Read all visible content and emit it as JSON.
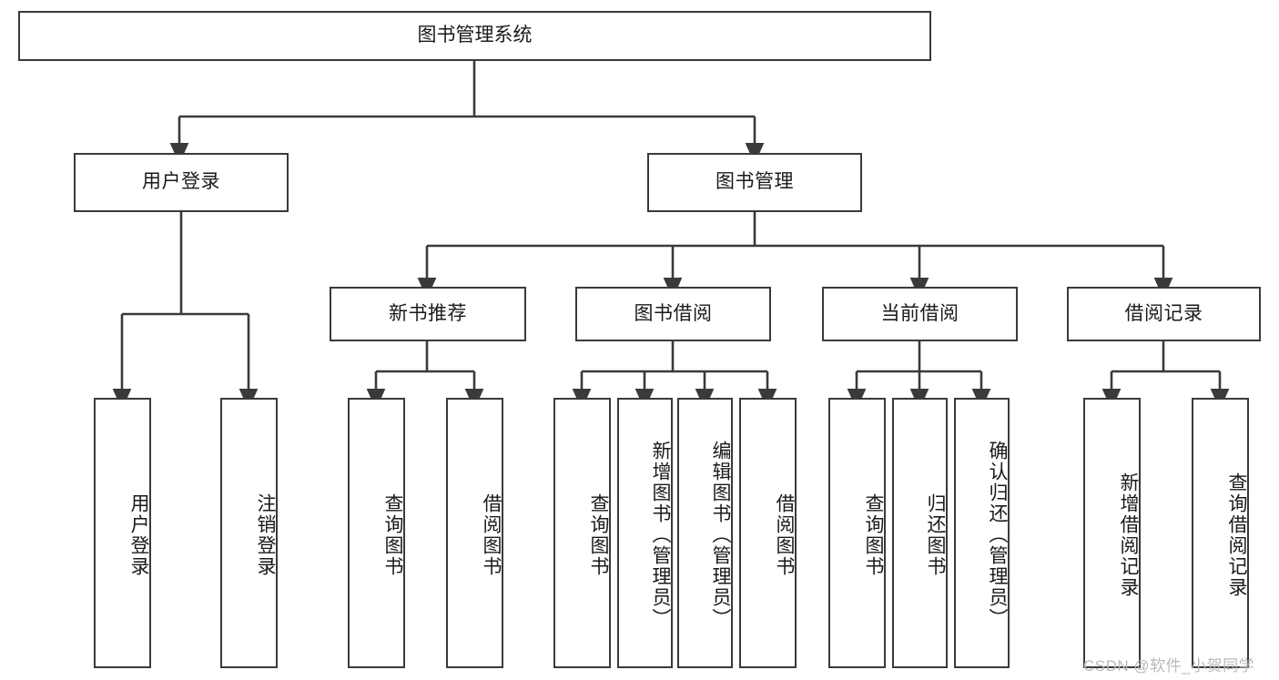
{
  "diagram": {
    "title": "图书管理系统",
    "type": "功能结构图",
    "root": {
      "id": "root",
      "label": "图书管理系统"
    },
    "level2": [
      {
        "id": "user-login",
        "label": "用户登录"
      },
      {
        "id": "book-management",
        "label": "图书管理"
      }
    ],
    "level3": [
      {
        "id": "new-book-recommend",
        "label": "新书推荐",
        "parent": "book-management"
      },
      {
        "id": "book-borrow",
        "label": "图书借阅",
        "parent": "book-management"
      },
      {
        "id": "current-borrow",
        "label": "当前借阅",
        "parent": "book-management"
      },
      {
        "id": "borrow-record",
        "label": "借阅记录",
        "parent": "book-management"
      }
    ],
    "leaves": [
      {
        "id": "leaf-user-login",
        "label": "用户登录",
        "parent": "user-login"
      },
      {
        "id": "leaf-logout-login",
        "label": "注销登录",
        "parent": "user-login"
      },
      {
        "id": "leaf-query-book-recommend",
        "label": "查询图书",
        "parent": "new-book-recommend"
      },
      {
        "id": "leaf-borrow-book-recommend",
        "label": "借阅图书",
        "parent": "new-book-recommend"
      },
      {
        "id": "leaf-query-book-borrow",
        "label": "查询图书",
        "parent": "book-borrow"
      },
      {
        "id": "leaf-add-book",
        "label": "新增图书（管理员）",
        "parent": "book-borrow"
      },
      {
        "id": "leaf-edit-book",
        "label": "编辑图书（管理员）",
        "parent": "book-borrow"
      },
      {
        "id": "leaf-borrow-book",
        "label": "借阅图书",
        "parent": "book-borrow"
      },
      {
        "id": "leaf-query-book-current",
        "label": "查询图书",
        "parent": "current-borrow"
      },
      {
        "id": "leaf-return-book",
        "label": "归还图书",
        "parent": "current-borrow"
      },
      {
        "id": "leaf-confirm-return",
        "label": "确认归还（管理员）",
        "parent": "current-borrow"
      },
      {
        "id": "leaf-add-borrow-record",
        "label": "新增借阅记录",
        "parent": "borrow-record"
      },
      {
        "id": "leaf-query-borrow-record",
        "label": "查询借阅记录",
        "parent": "borrow-record"
      }
    ],
    "watermark": "CSDN @软件_小贺同学",
    "colors": {
      "stroke": "#3a3a3a",
      "text": "#1a1a1a",
      "background": "#ffffff",
      "watermark": "#b9b9b9"
    }
  }
}
